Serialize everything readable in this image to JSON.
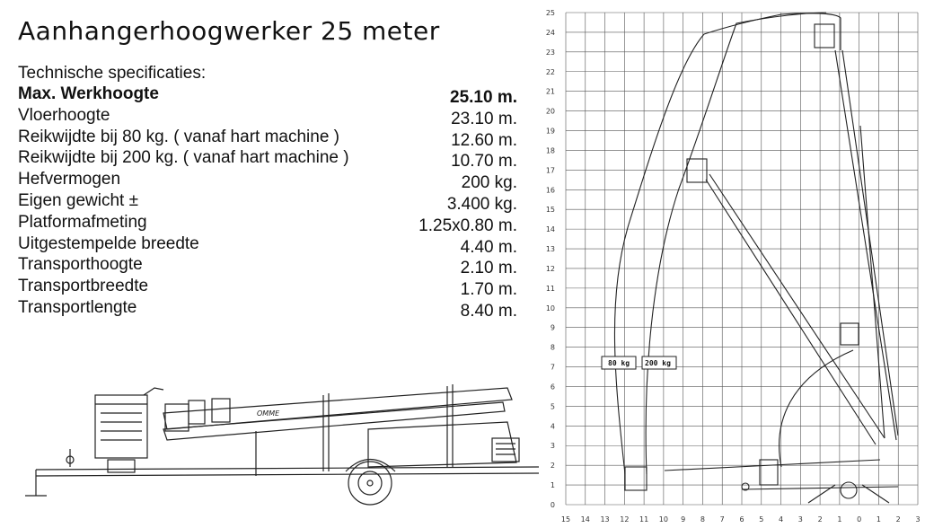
{
  "title": "Aanhangerhoogwerker 25 meter",
  "subtitle": "Technische specificaties:",
  "specs": [
    {
      "label": "Max. Werkhoogte",
      "value": "25.10 m.",
      "bold": true
    },
    {
      "label": "Vloerhoogte",
      "value": "23.10 m."
    },
    {
      "label": "Reikwijdte bij 80 kg. ( vanaf hart machine )",
      "value": "12.60 m."
    },
    {
      "label": "Reikwijdte bij 200 kg. ( vanaf hart machine )",
      "value": "10.70 m."
    },
    {
      "label": "Hefvermogen",
      "value": "200 kg."
    },
    {
      "label": "Eigen gewicht ±",
      "value": "3.400 kg."
    },
    {
      "label": "Platformafmeting",
      "value": "1.25x0.80 m."
    },
    {
      "label": "Uitgestempelde breedte",
      "value": "4.40 m."
    },
    {
      "label": "Transporthoogte",
      "value": "2.10 m."
    },
    {
      "label": "Transportbreedte",
      "value": "1.70 m."
    },
    {
      "label": "Transportlengte",
      "value": "8.40 m."
    }
  ],
  "diagram": {
    "y_ticks": [
      "0",
      "1",
      "2",
      "3",
      "4",
      "5",
      "6",
      "7",
      "8",
      "9",
      "10",
      "11",
      "12",
      "13",
      "14",
      "15",
      "16",
      "17",
      "18",
      "19",
      "20",
      "21",
      "22",
      "23",
      "24",
      "25"
    ],
    "x_ticks": [
      "15",
      "14",
      "13",
      "12",
      "11",
      "10",
      "9",
      "8",
      "7",
      "6",
      "5",
      "4",
      "3",
      "2",
      "1",
      "0",
      "1",
      "2",
      "3"
    ],
    "legend_80": "80 kg",
    "legend_200": "200 kg",
    "brand": "OMME"
  }
}
